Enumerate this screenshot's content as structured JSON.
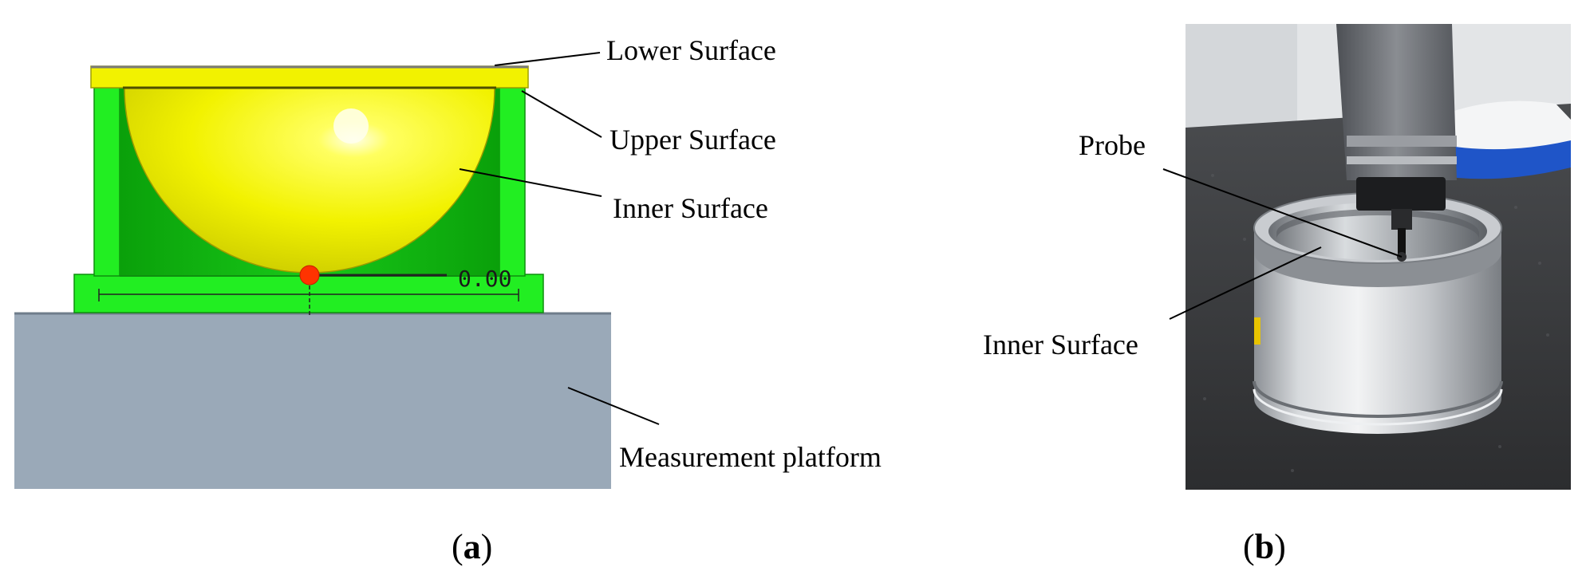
{
  "panel_a": {
    "labels": {
      "lower_surface": "Lower Surface",
      "upper_surface": "Upper Surface",
      "inner_surface": "Inner Surface",
      "platform": "Measurement platform"
    },
    "dimension_readout": "0.00",
    "caption": {
      "open": "(",
      "letter": "a",
      "close": ")"
    }
  },
  "panel_b": {
    "labels": {
      "probe": "Probe",
      "inner_surface": "Inner Surface"
    },
    "caption": {
      "open": "(",
      "letter": "b",
      "close": ")"
    }
  },
  "colors": {
    "fixture_green": "#22ee22",
    "hemisphere_yellow": "#f2f200",
    "platform_gray": "#9aa9b8",
    "contact_point": "#ff3300"
  }
}
